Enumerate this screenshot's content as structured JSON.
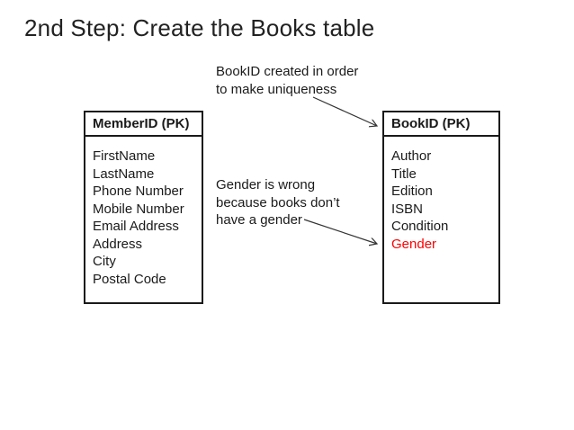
{
  "slide": {
    "title": "2nd Step: Create the Books table"
  },
  "annotations": {
    "bookid_note": {
      "lines": [
        "BookID created in order",
        "to make uniqueness"
      ]
    },
    "gender_note": {
      "lines": [
        "Gender is wrong",
        "because books don’t",
        "have a gender"
      ]
    }
  },
  "tables": {
    "members": {
      "header": "MemberID (PK)",
      "fields": [
        "FirstName",
        "LastName",
        "Phone Number",
        "Mobile Number",
        "Email Address",
        "Address",
        "City",
        "Postal Code"
      ]
    },
    "books": {
      "header": "BookID (PK)",
      "fields": [
        "Author",
        "Title",
        "Edition",
        "ISBN",
        "Condition",
        "Gender"
      ],
      "highlighted_field": "Gender"
    }
  },
  "colors": {
    "text": "#1a1a1a",
    "highlight": "#ff0000",
    "border": "#1a1a1a",
    "arrow": "#333333"
  }
}
